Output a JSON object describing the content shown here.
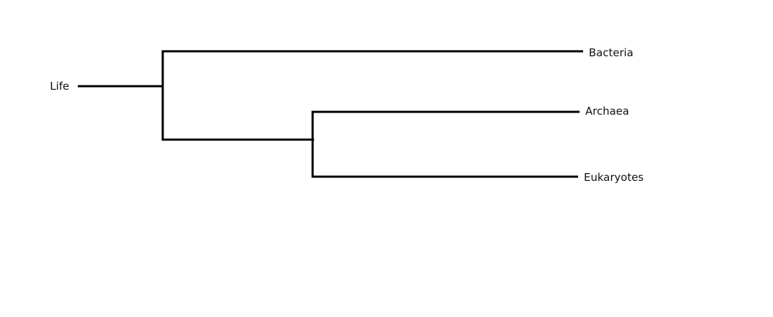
{
  "tree": {
    "root": {
      "label": "Life",
      "children": [
        {
          "label": "Bacteria"
        },
        {
          "label": "",
          "children": [
            {
              "label": "Archaea"
            },
            {
              "label": "Eukaryotes"
            }
          ]
        }
      ]
    }
  },
  "colors": {
    "line": "#000000",
    "text": "#111111",
    "background": "#ffffff"
  }
}
